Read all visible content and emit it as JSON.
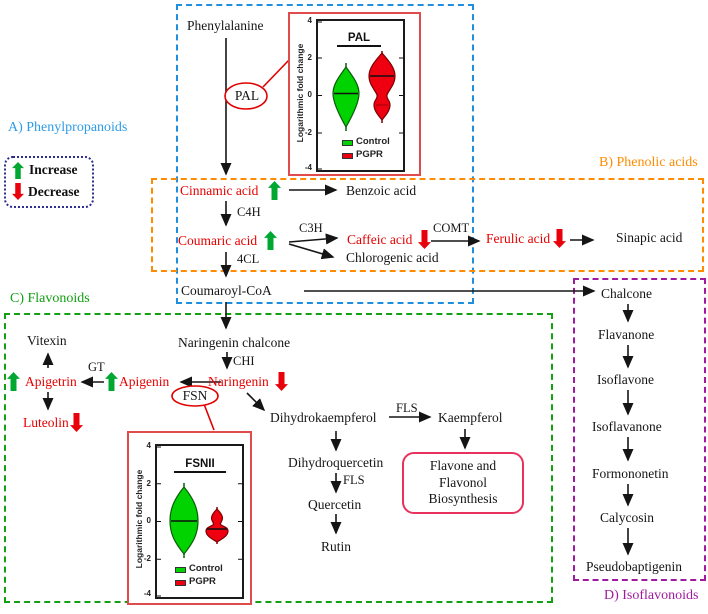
{
  "figure": {
    "sections": {
      "a": "A) Phenylpropanoids",
      "b": "B) Phenolic acids",
      "c": "C) Flavonoids",
      "d": "D) Isoflavonoids"
    },
    "legend": {
      "increase": "Increase",
      "decrease": "Decrease"
    },
    "nodes": {
      "phenylalanine": "Phenylalanine",
      "cinnamic": "Cinnamic acid",
      "benzoic": "Benzoic acid",
      "coumaric": "Coumaric acid",
      "caffeic": "Caffeic acid",
      "chlorogenic": "Chlorogenic acid",
      "ferulic": "Ferulic acid",
      "sinapic": "Sinapic acid",
      "coumaroyl": "Coumaroyl-CoA",
      "naringenin_chalcone": "Naringenin chalcone",
      "naringenin": "Naringenin",
      "apigenin": "Apigenin",
      "apigetrin": "Apigetrin",
      "vitexin": "Vitexin",
      "luteolin": "Luteolin",
      "dihydrokaempferol": "Dihydrokaempferol",
      "kaempferol": "Kaempferol",
      "dihydroquercetin": "Dihydroquercetin",
      "quercetin": "Quercetin",
      "rutin": "Rutin",
      "flavone_box": "Flavone and Flavonol Biosynthesis",
      "chalcone": "Chalcone",
      "flavanone": "Flavanone",
      "isoflavone": "Isoflavone",
      "isoflavanone": "Isoflavanone",
      "formononetin": "Formononetin",
      "calycosin": "Calycosin",
      "pseudobaptigenin": "Pseudobaptigenin"
    },
    "enzymes": {
      "pal": "PAL",
      "c4h": "C4H",
      "c3h": "C3H",
      "comt": "COMT",
      "fourcl": "4CL",
      "chi": "CHI",
      "gt": "GT",
      "fsn": "FSN",
      "fls": "FLS"
    },
    "colors": {
      "increase_green": "#00A832",
      "decrease_red": "#E8000B",
      "pathway_red_text": "#E60000",
      "section_a_blue": "#2E9BE6",
      "section_b_orange": "#FF8C00",
      "section_c_green": "#11A011",
      "section_d_purple": "#A01AA0",
      "inset_border_red": "#E04B4B"
    }
  },
  "chart_data": [
    {
      "type": "violin",
      "title": "PAL",
      "ylabel": "Logarithmic fold change",
      "ylim": [
        -4,
        4
      ],
      "yticks": [
        4,
        2,
        0,
        -2,
        -4
      ],
      "legend_position": "bottom-inside",
      "groups": [
        {
          "name": "Control",
          "color": "#00D300",
          "median": 0,
          "range": [
            -1.7,
            1.3
          ]
        },
        {
          "name": "PGPR",
          "color": "#EE0011",
          "median": 0.95,
          "range": [
            -1.4,
            2.2
          ],
          "shape": "bimodal"
        }
      ]
    },
    {
      "type": "violin",
      "title": "FSNII",
      "ylabel": "Logarithmic fold change",
      "ylim": [
        -4,
        4
      ],
      "yticks": [
        4,
        2,
        0,
        -2,
        -4
      ],
      "legend_position": "bottom-inside",
      "groups": [
        {
          "name": "Control",
          "color": "#00D300",
          "median": 0,
          "range": [
            -1.8,
            1.8
          ]
        },
        {
          "name": "PGPR",
          "color": "#EE0011",
          "median": -0.4,
          "range": [
            -1.15,
            0.6
          ],
          "shape": "bimodal"
        }
      ]
    }
  ]
}
